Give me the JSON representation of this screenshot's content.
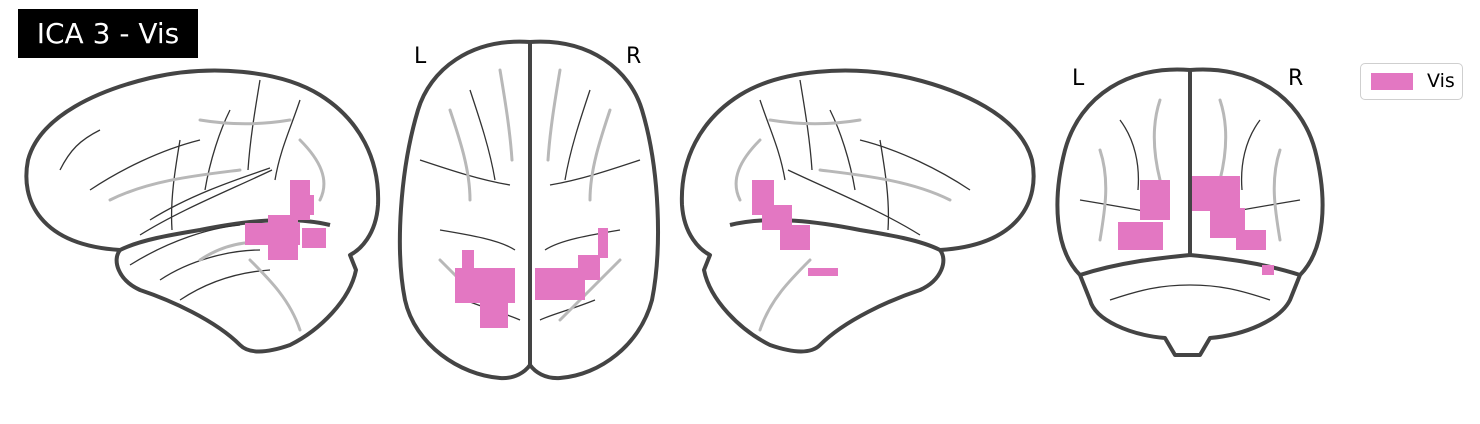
{
  "title": "ICA 3 - Vis",
  "views": {
    "axial": {
      "left_label": "L",
      "right_label": "R"
    },
    "coronal": {
      "left_label": "L",
      "right_label": "R"
    }
  },
  "legend": {
    "label": "Vis",
    "color": "#e377c2"
  },
  "colors": {
    "outline": "#444444",
    "ghost": "#b8b8b8",
    "activation": "#e377c2"
  }
}
